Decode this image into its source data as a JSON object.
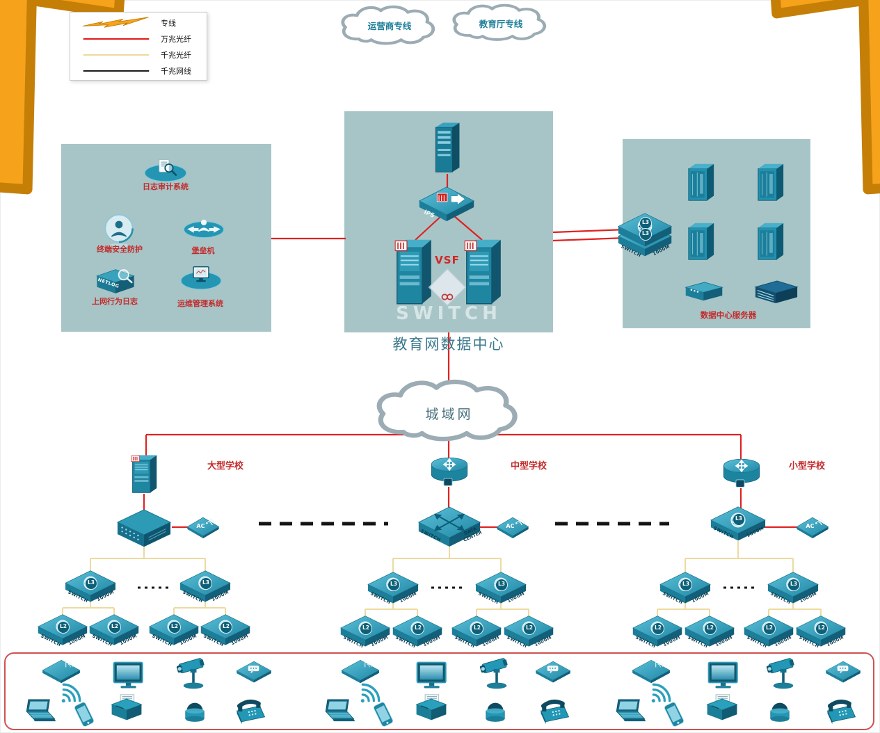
{
  "legend": {
    "items": [
      {
        "label": "专线"
      },
      {
        "label": "万兆光纤"
      },
      {
        "label": "千兆光纤"
      },
      {
        "label": "千兆网线"
      }
    ]
  },
  "clouds": {
    "carrier": "运营商专线",
    "education": "教育厅专线",
    "man": "城域网"
  },
  "datacenter": {
    "title": "教育网数据中心",
    "vsf": "VSF",
    "ips": "IPS",
    "watermark": "SWITCH"
  },
  "security": {
    "log_audit": "日志审计系统",
    "terminal": "终端安全防护",
    "bastion": "堡垒机",
    "netlog_label": "上网行为日志",
    "ops": "运维管理系统",
    "netlog_box": "NETLOG"
  },
  "server_zone": {
    "caption": "数据中心服务器"
  },
  "schools": {
    "large": "大型学校",
    "medium": "中型学校",
    "small": "小型学校"
  },
  "labels": {
    "switch": "SWITCH",
    "m1000": "1000M",
    "l3": "L3",
    "l2": "L2",
    "ac": "AC",
    "data_center": "DATA CENTER"
  }
}
